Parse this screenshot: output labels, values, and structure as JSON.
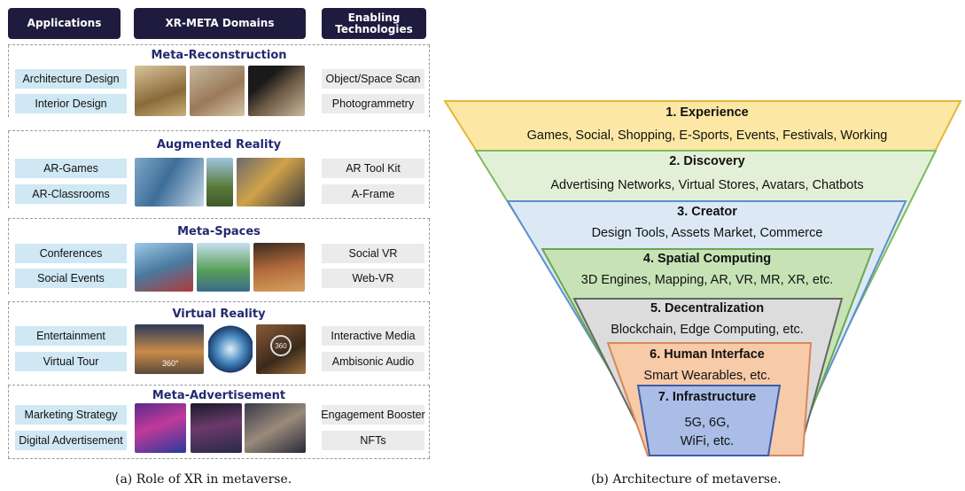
{
  "headers": {
    "applications": "Applications",
    "domains": "XR-META Domains",
    "technologies_line1": "Enabling",
    "technologies_line2": "Technologies"
  },
  "sections": [
    {
      "title": "Meta-Reconstruction",
      "apps": [
        "Architecture Design",
        "Interior Design"
      ],
      "techs": [
        "Object/Space Scan",
        "Photogrammetry"
      ]
    },
    {
      "title": "Augmented Reality",
      "apps": [
        "AR-Games",
        "AR-Classrooms"
      ],
      "techs": [
        "AR Tool Kit",
        "A-Frame"
      ]
    },
    {
      "title": "Meta-Spaces",
      "apps": [
        "Conferences",
        "Social Events"
      ],
      "techs": [
        "Social VR",
        "Web-VR"
      ]
    },
    {
      "title": "Virtual Reality",
      "apps": [
        "Entertainment",
        "Virtual Tour"
      ],
      "techs": [
        "Interactive Media",
        "Ambisonic Audio"
      ]
    },
    {
      "title": "Meta-Advertisement",
      "apps": [
        "Marketing Strategy",
        "Digital Advertisement"
      ],
      "techs": [
        "Engagement Booster",
        "NFTs"
      ]
    }
  ],
  "thumb_marks": {
    "vr360": "360°",
    "circle360": "360"
  },
  "captions": {
    "a": "(a)  Role of XR in metaverse.",
    "b": "(b)  Architecture of metaverse."
  },
  "layers": [
    {
      "title": "1. Experience",
      "lines": [
        "Games, Social, Shopping, E-Sports, Events, Festivals, Working"
      ],
      "fill": "#fce7a4",
      "stroke": "#e2b938"
    },
    {
      "title": "2. Discovery",
      "lines": [
        "Advertising Networks, Virtual Stores, Avatars, Chatbots"
      ],
      "fill": "#e3f0d8",
      "stroke": "#7dba5e"
    },
    {
      "title": "3. Creator",
      "lines": [
        "Design Tools, Assets Market, Commerce"
      ],
      "fill": "#dce9f5",
      "stroke": "#5b8fd0"
    },
    {
      "title": "4. Spatial Computing",
      "lines": [
        "3D Engines, Mapping, AR, VR, MR, XR, etc."
      ],
      "fill": "#c7e3b5",
      "stroke": "#6aa84f"
    },
    {
      "title": "5. Decentralization",
      "lines": [
        "Blockchain, Edge Computing, etc."
      ],
      "fill": "#dcdcdc",
      "stroke": "#666666"
    },
    {
      "title": "6. Human Interface",
      "lines": [
        "Smart Wearables, etc."
      ],
      "fill": "#f7caa8",
      "stroke": "#d9875a"
    },
    {
      "title": "7. Infrastructure",
      "lines": [
        "5G, 6G,",
        "WiFi, etc."
      ],
      "fill": "#a9bde6",
      "stroke": "#3f5aa8"
    }
  ]
}
